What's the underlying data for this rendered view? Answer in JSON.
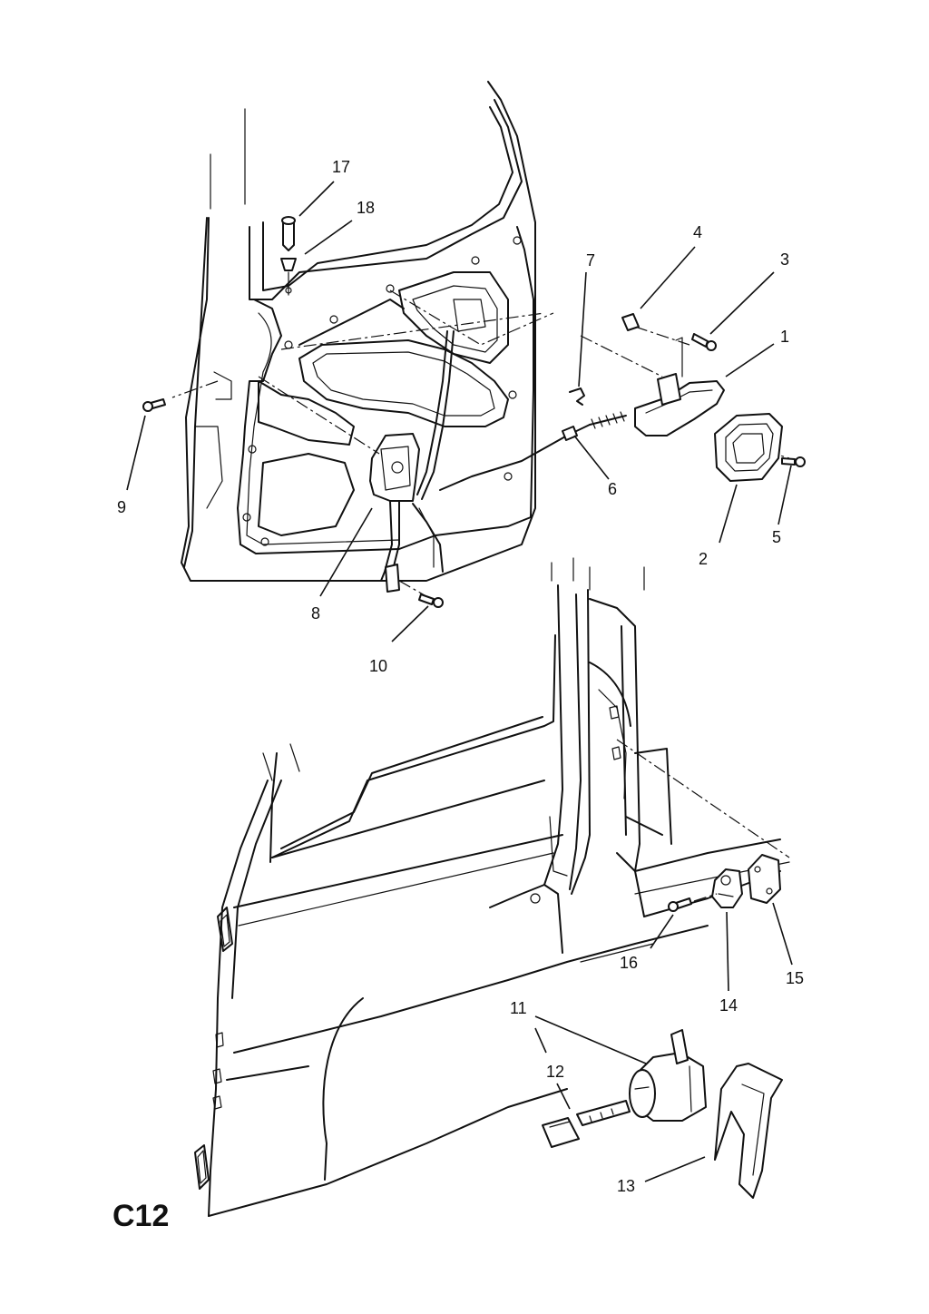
{
  "page_code": "C12",
  "callouts": [
    {
      "id": "1",
      "label": "1"
    },
    {
      "id": "2",
      "label": "2"
    },
    {
      "id": "3",
      "label": "3"
    },
    {
      "id": "4",
      "label": "4"
    },
    {
      "id": "5",
      "label": "5"
    },
    {
      "id": "6",
      "label": "6"
    },
    {
      "id": "7",
      "label": "7"
    },
    {
      "id": "8",
      "label": "8"
    },
    {
      "id": "9",
      "label": "9"
    },
    {
      "id": "10",
      "label": "10"
    },
    {
      "id": "11",
      "label": "11"
    },
    {
      "id": "12",
      "label": "12"
    },
    {
      "id": "13",
      "label": "13"
    },
    {
      "id": "14",
      "label": "14"
    },
    {
      "id": "15",
      "label": "15"
    },
    {
      "id": "16",
      "label": "16"
    },
    {
      "id": "17",
      "label": "17"
    },
    {
      "id": "18",
      "label": "18"
    }
  ]
}
